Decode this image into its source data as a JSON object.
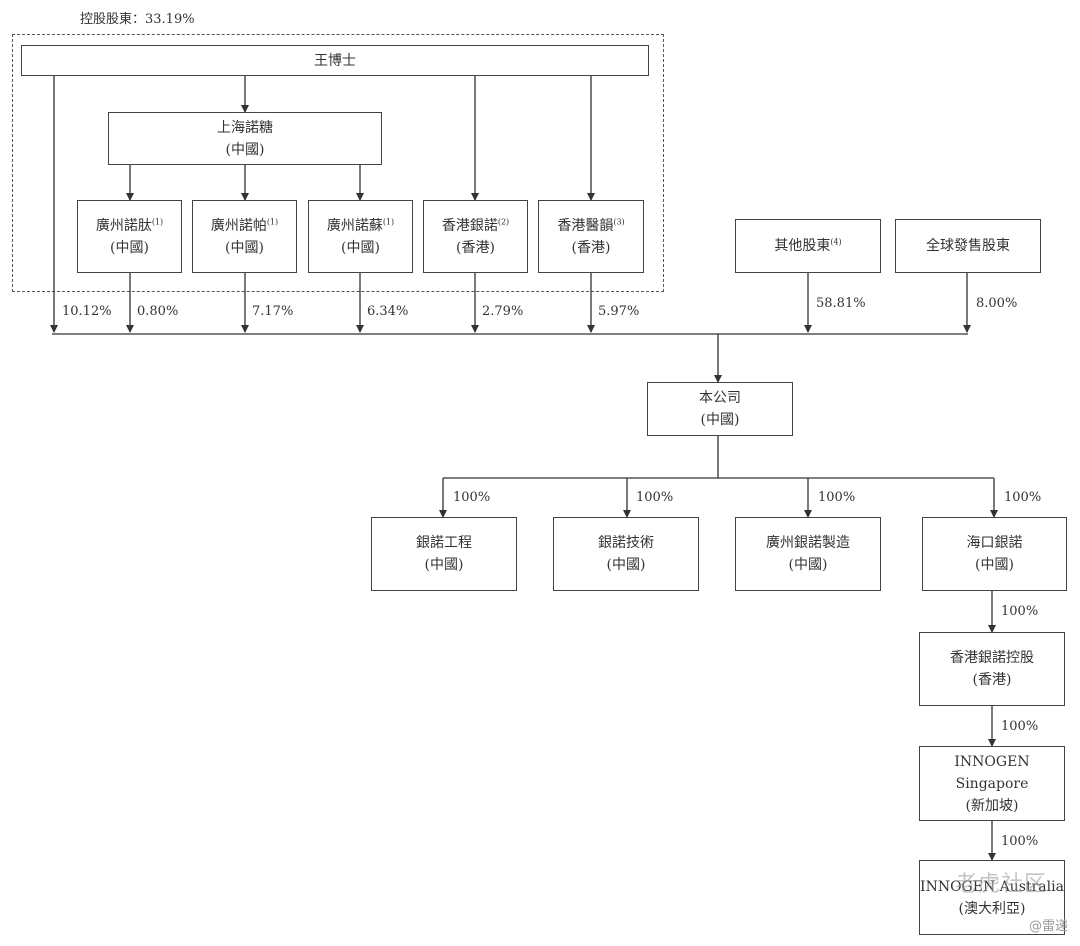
{
  "controlling_label": "控股股東：33.19%",
  "nodes": {
    "wang": {
      "name": "王博士"
    },
    "shanghai": {
      "name": "上海諾糖",
      "loc": "(中國)"
    },
    "gz_tai": {
      "name": "廣州諾肽",
      "note": "(1)",
      "loc": "(中國)"
    },
    "gz_pa": {
      "name": "廣州諾帕",
      "note": "(1)",
      "loc": "(中國)"
    },
    "gz_su": {
      "name": "廣州諾蘇",
      "note": "(1)",
      "loc": "(中國)"
    },
    "hk_yinnuo": {
      "name": "香港銀諾",
      "note": "(2)",
      "loc": "(香港)"
    },
    "hk_yiyun": {
      "name": "香港醫韻",
      "note": "(3)",
      "loc": "(香港)"
    },
    "others": {
      "name": "其他股東",
      "note": "(4)"
    },
    "global": {
      "name": "全球發售股東"
    },
    "company": {
      "name": "本公司",
      "loc": "(中國)"
    },
    "eng": {
      "name": "銀諾工程",
      "loc": "(中國)"
    },
    "tech": {
      "name": "銀諾技術",
      "loc": "(中國)"
    },
    "gz_mfg": {
      "name": "廣州銀諾製造",
      "loc": "(中國)"
    },
    "haikou": {
      "name": "海口銀諾",
      "loc": "(中國)"
    },
    "hk_holding": {
      "name": "香港銀諾控股",
      "loc": "(香港)"
    },
    "sg": {
      "name": "INNOGEN Singapore",
      "loc": "(新加坡)"
    },
    "au": {
      "name": "INNOGEN Australia",
      "loc": "(澳大利亞)"
    }
  },
  "percentages": {
    "wang": "10.12%",
    "gz_tai": "0.80%",
    "gz_pa": "7.17%",
    "gz_su": "6.34%",
    "hk_yinnuo": "2.79%",
    "hk_yiyun": "5.97%",
    "others": "58.81%",
    "global": "8.00%",
    "eng": "100%",
    "tech": "100%",
    "gz_mfg": "100%",
    "haikou": "100%",
    "hk_holding": "100%",
    "sg": "100%",
    "au": "100%"
  },
  "watermark": {
    "site": "老虎社区",
    "account": "@雷递"
  }
}
